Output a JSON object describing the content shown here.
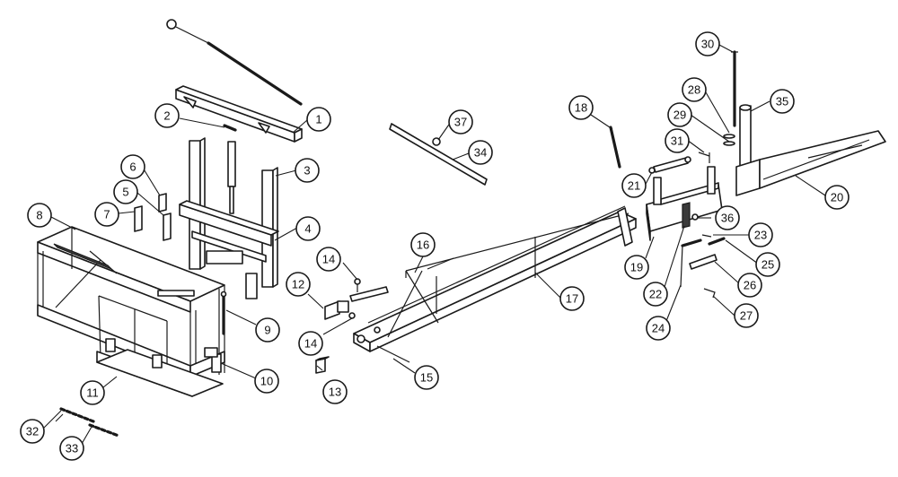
{
  "callouts": [
    {
      "id": "c1",
      "label": "1"
    },
    {
      "id": "c2",
      "label": "2"
    },
    {
      "id": "c3",
      "label": "3"
    },
    {
      "id": "c4",
      "label": "4"
    },
    {
      "id": "c5",
      "label": "5"
    },
    {
      "id": "c6",
      "label": "6"
    },
    {
      "id": "c7",
      "label": "7"
    },
    {
      "id": "c8",
      "label": "8"
    },
    {
      "id": "c9",
      "label": "9"
    },
    {
      "id": "c10",
      "label": "10"
    },
    {
      "id": "c11",
      "label": "11"
    },
    {
      "id": "c12",
      "label": "12"
    },
    {
      "id": "c13",
      "label": "13"
    },
    {
      "id": "c14a",
      "label": "14"
    },
    {
      "id": "c14b",
      "label": "14"
    },
    {
      "id": "c15",
      "label": "15"
    },
    {
      "id": "c16",
      "label": "16"
    },
    {
      "id": "c17",
      "label": "17"
    },
    {
      "id": "c18",
      "label": "18"
    },
    {
      "id": "c19",
      "label": "19"
    },
    {
      "id": "c20",
      "label": "20"
    },
    {
      "id": "c21",
      "label": "21"
    },
    {
      "id": "c22",
      "label": "22"
    },
    {
      "id": "c23",
      "label": "23"
    },
    {
      "id": "c24",
      "label": "24"
    },
    {
      "id": "c25",
      "label": "25"
    },
    {
      "id": "c26",
      "label": "26"
    },
    {
      "id": "c27",
      "label": "27"
    },
    {
      "id": "c28",
      "label": "28"
    },
    {
      "id": "c29",
      "label": "29"
    },
    {
      "id": "c30",
      "label": "30"
    },
    {
      "id": "c31",
      "label": "31"
    },
    {
      "id": "c32",
      "label": "32"
    },
    {
      "id": "c33",
      "label": "33"
    },
    {
      "id": "c34",
      "label": "34"
    },
    {
      "id": "c35",
      "label": "35"
    },
    {
      "id": "c36",
      "label": "36"
    },
    {
      "id": "c37",
      "label": "37"
    }
  ]
}
